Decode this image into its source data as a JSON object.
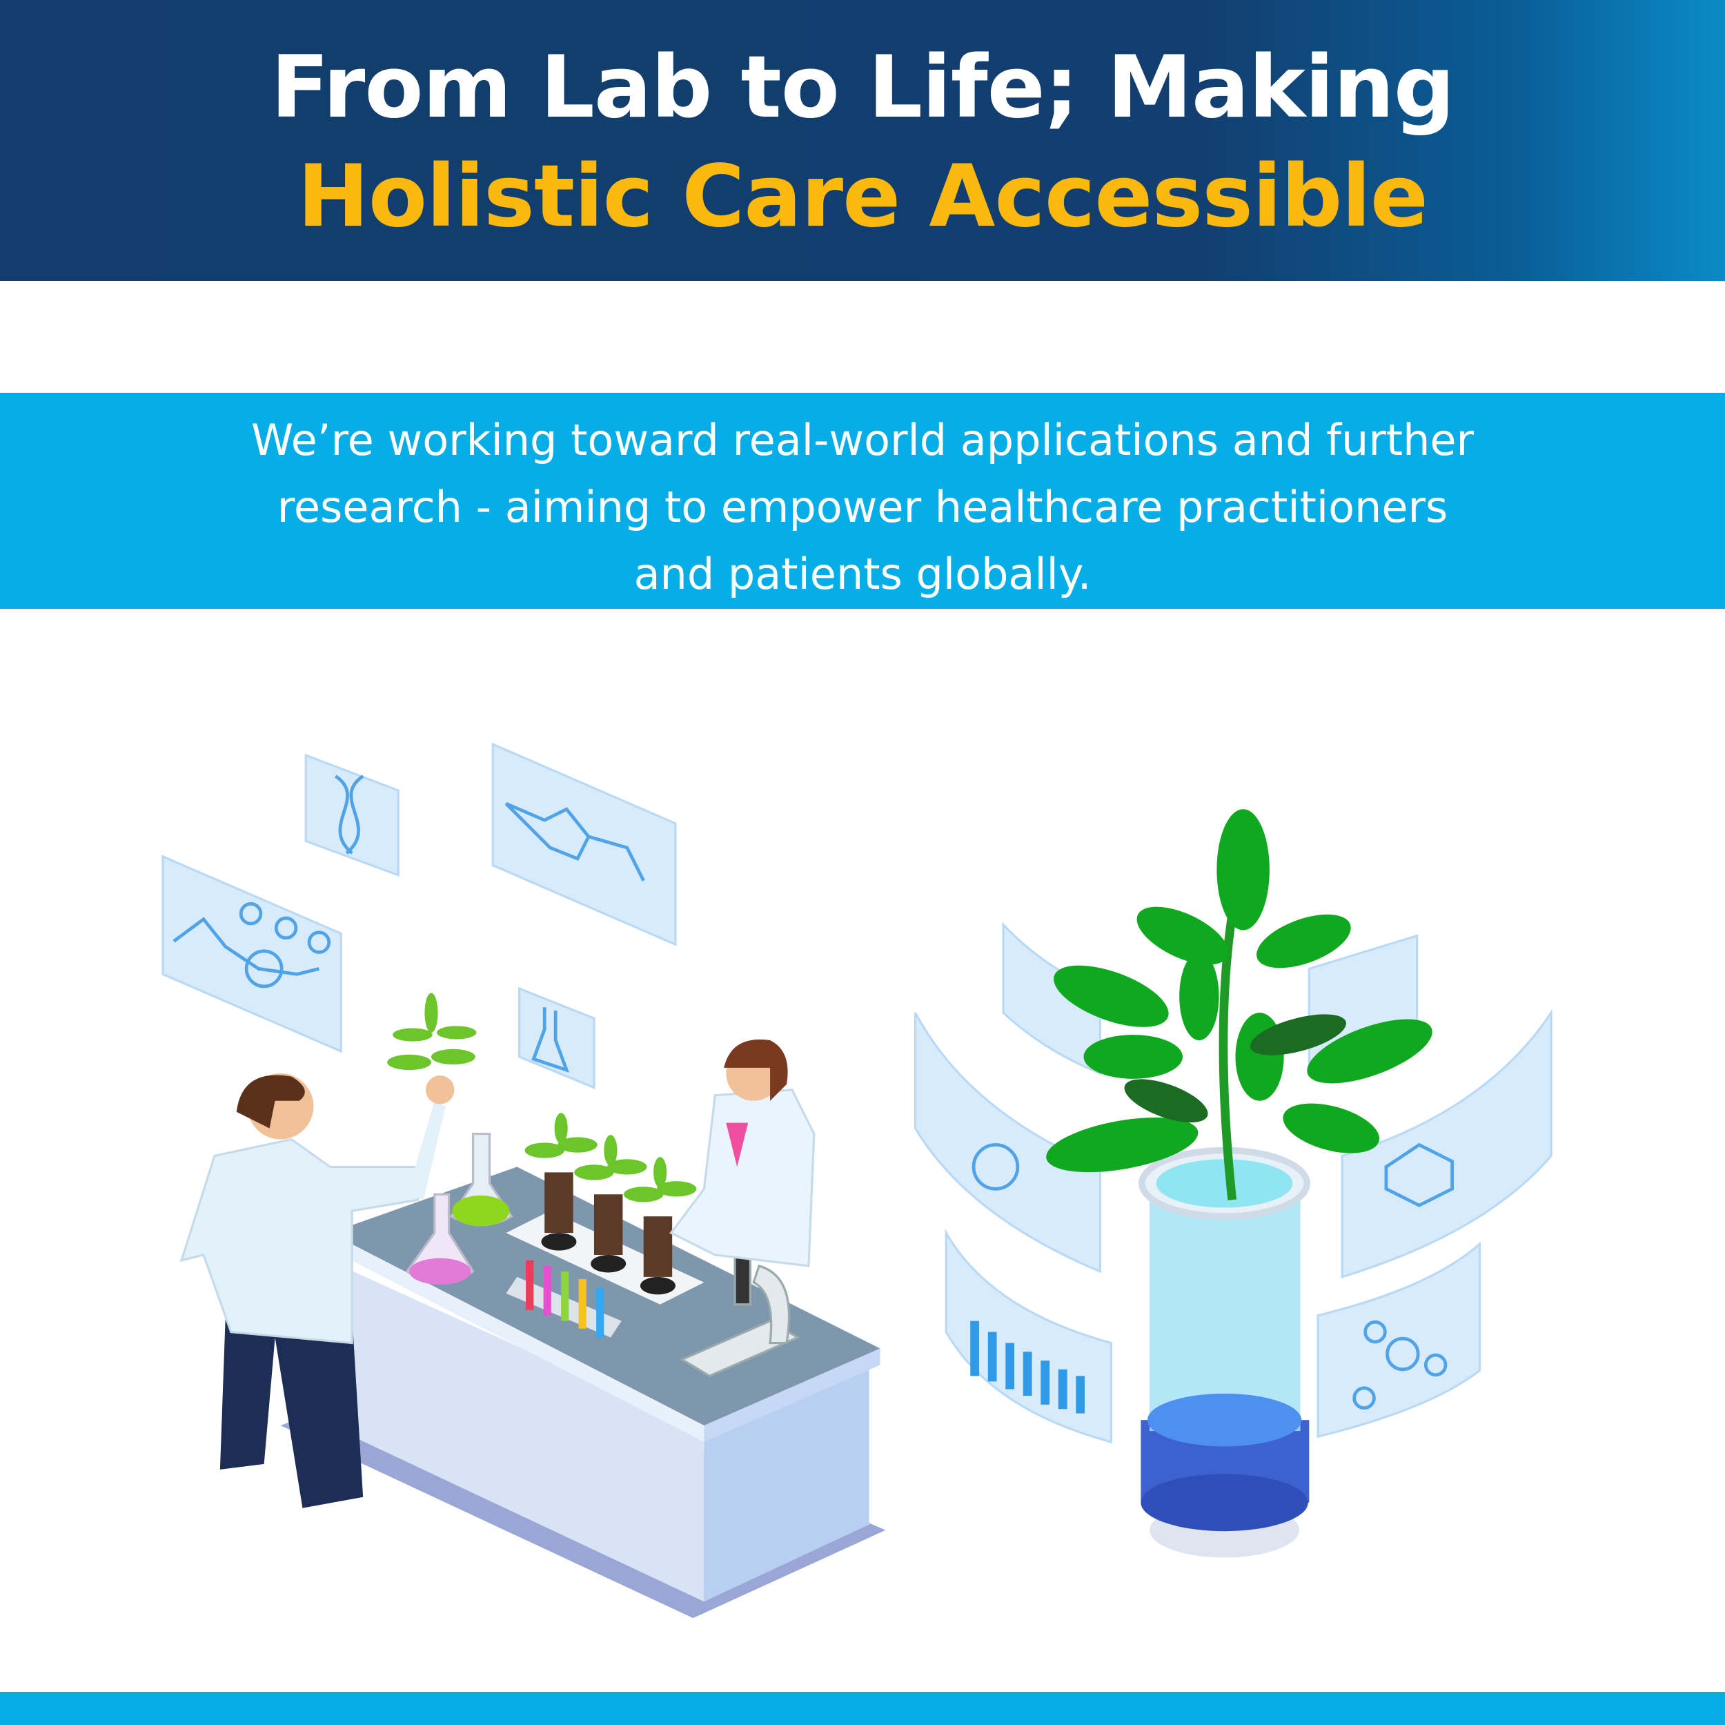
{
  "header": {
    "title_line1": "From Lab to Life; Making",
    "title_line2": "Holistic Care Accessible"
  },
  "banner": {
    "lines": [
      "We’re working toward real-world applications and further",
      "research - aiming to empower healthcare practitioners",
      "and patients globally."
    ]
  },
  "colors": {
    "header_bg": "#123d6c",
    "accent_yellow": "#fbb90f",
    "banner_bg": "#06ade6"
  }
}
